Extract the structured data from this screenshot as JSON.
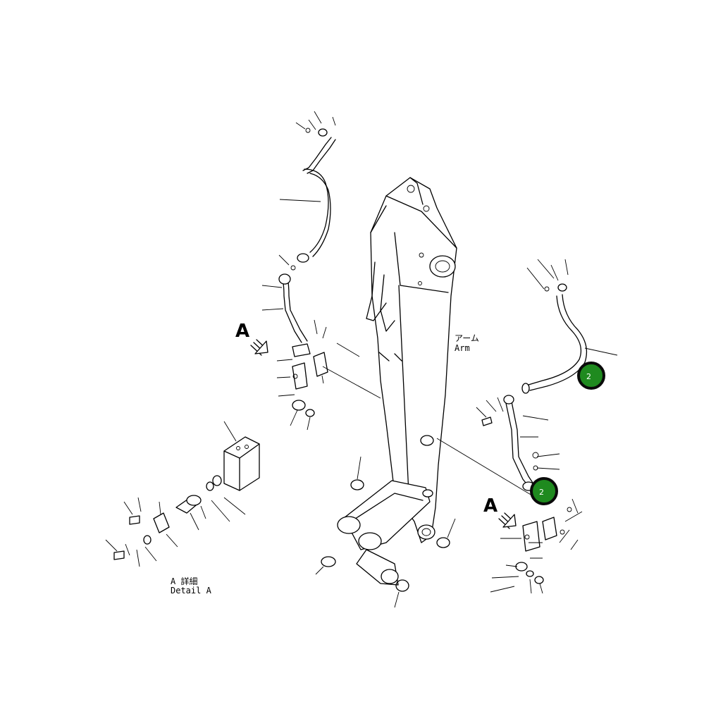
{
  "labels": {
    "arm_jp": "アーム",
    "arm_en": "Arm",
    "view_a_left": "A",
    "view_a_right": "A",
    "detail_jp": "A 詳細",
    "detail_en": "Detail A"
  },
  "callouts": [
    {
      "id": "callout-upper",
      "number": "2"
    },
    {
      "id": "callout-lower",
      "number": "2"
    }
  ],
  "colors": {
    "line": "#000000",
    "callout_fill": "#1f8a1f",
    "callout_ring": "#0a0a0a",
    "background": "#ffffff"
  }
}
